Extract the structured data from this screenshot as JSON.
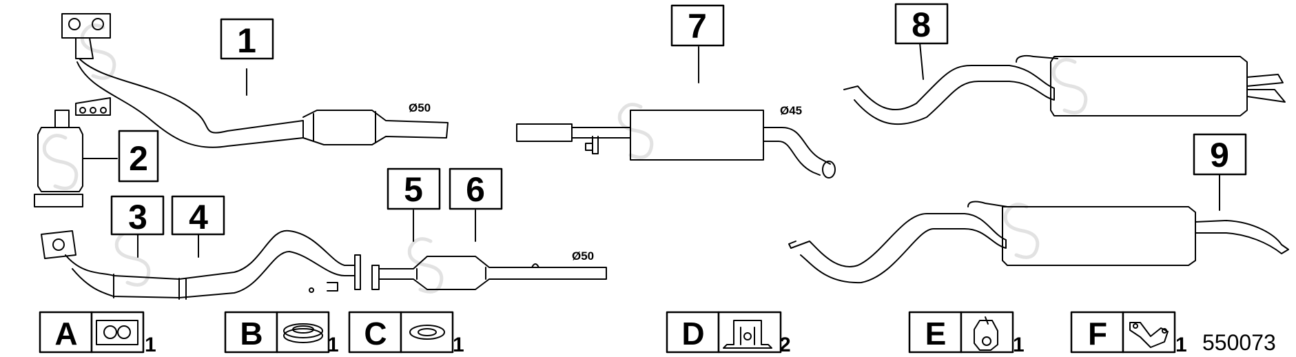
{
  "callouts": [
    "1",
    "2",
    "3",
    "4",
    "5",
    "6",
    "7",
    "8",
    "9"
  ],
  "diameters": {
    "d1": "Ø50",
    "d2": "Ø50",
    "d3": "Ø45"
  },
  "kits": [
    {
      "letter": "A",
      "qty": "1",
      "icon": "flange-gasket-icon"
    },
    {
      "letter": "B",
      "qty": "1",
      "icon": "ring-gasket-icon"
    },
    {
      "letter": "C",
      "qty": "1",
      "icon": "ring-gasket-small-icon"
    },
    {
      "letter": "D",
      "qty": "2",
      "icon": "mounting-bracket-icon"
    },
    {
      "letter": "E",
      "qty": "1",
      "icon": "rubber-hanger-icon"
    },
    {
      "letter": "F",
      "qty": "1",
      "icon": "hanger-bracket-icon"
    }
  ],
  "drawing_number": "550073",
  "colors": {
    "line": "#000000",
    "watermark": "#e3e3e3"
  }
}
